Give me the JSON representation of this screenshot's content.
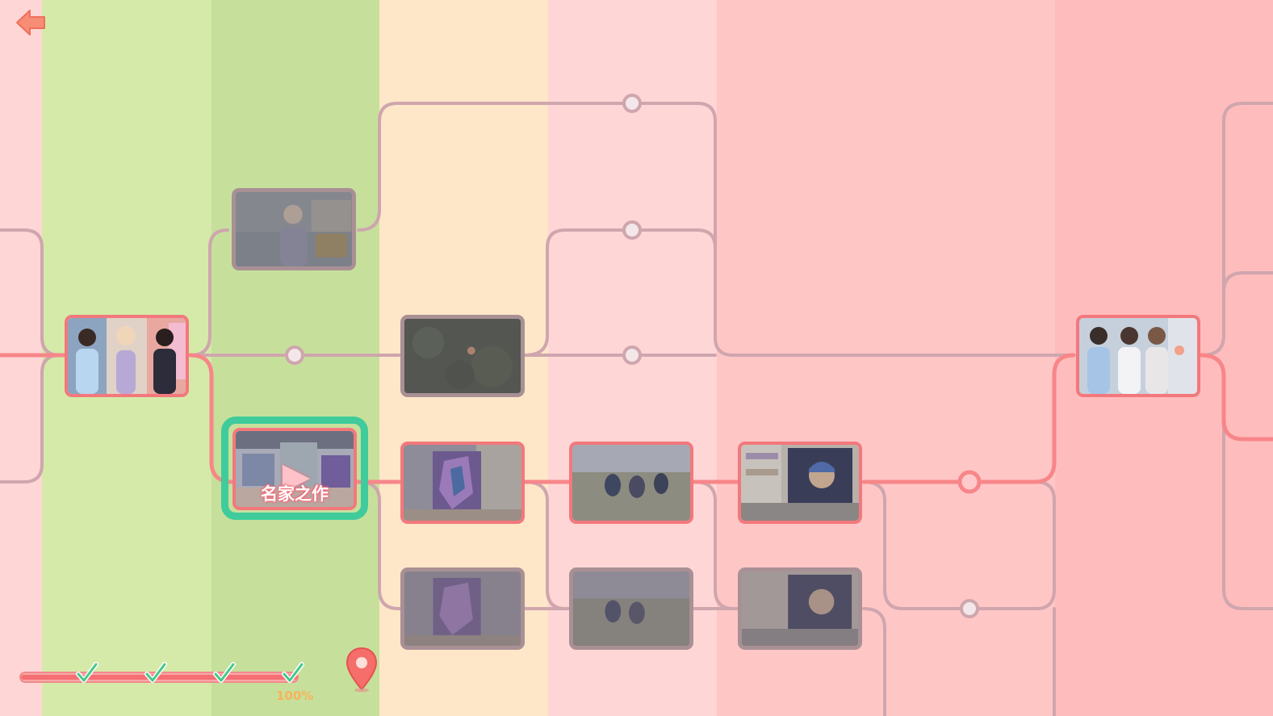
{
  "theme": {
    "band_colors": [
      "#ffd6d6",
      "#d5eaa8",
      "#c6e09c",
      "#fde7c8",
      "#ffd6d6",
      "#ffc6c6",
      "#ffbcbc"
    ],
    "active_path": "#f78689",
    "locked_path": "#cfa6ad",
    "current_ring": "#3fcb9b",
    "accent": "#f56f73"
  },
  "story_map": {
    "current_node_label": "名家之作",
    "current_node_icon": "play-icon",
    "nodes": [
      {
        "id": "start",
        "state": "unlocked"
      },
      {
        "id": "branch-upper",
        "state": "locked"
      },
      {
        "id": "current",
        "state": "current"
      },
      {
        "id": "garden",
        "state": "locked"
      },
      {
        "id": "painting-1",
        "state": "unlocked"
      },
      {
        "id": "painting-2",
        "state": "unlocked"
      },
      {
        "id": "painting-3",
        "state": "unlocked"
      },
      {
        "id": "painting-1-alt",
        "state": "locked"
      },
      {
        "id": "painting-2-alt",
        "state": "locked"
      },
      {
        "id": "painting-3-alt",
        "state": "locked"
      },
      {
        "id": "ending",
        "state": "unlocked"
      }
    ]
  },
  "progress": {
    "value": 1.0,
    "label": "100%",
    "checkpoints": 4
  },
  "icons": {
    "back": "back-arrow-icon",
    "check": "check-icon",
    "location": "map-pin-icon"
  }
}
